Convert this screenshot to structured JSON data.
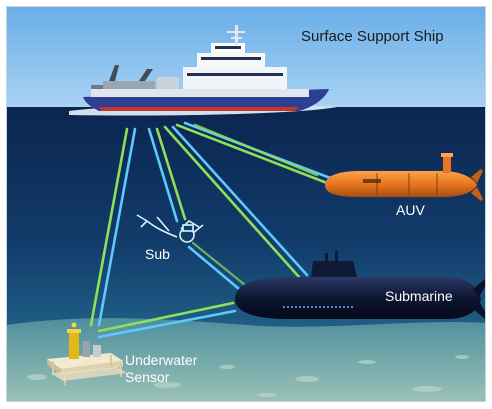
{
  "labels": {
    "surface_ship": "Surface Support Ship",
    "auv": "AUV",
    "sub": "Sub",
    "submarine": "Submarine",
    "sensor_line1": "Underwater",
    "sensor_line2": "Sensor"
  },
  "colors": {
    "sky": "#7fb9ea",
    "sea_top": "#0d2a55",
    "sea_bottom": "#2f7b98",
    "seabed": "#7fa9a4",
    "link_green": "#8ee05a",
    "link_blue": "#5ec8ff",
    "auv_orange": "#e6761f",
    "hull_blue": "#2c3f93"
  }
}
